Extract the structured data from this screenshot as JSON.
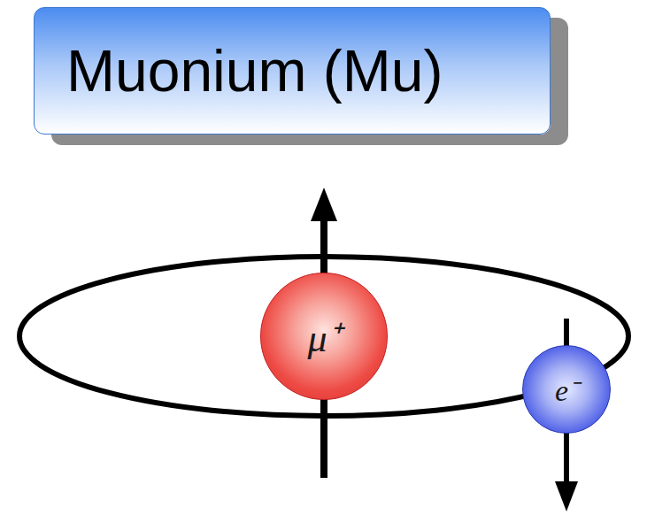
{
  "diagram": {
    "title": "Muonium (Mu)",
    "nodes": [
      {
        "text": [
          "μ⁺"
        ]
      },
      {
        "text": [
          "e⁻"
        ]
      }
    ]
  }
}
